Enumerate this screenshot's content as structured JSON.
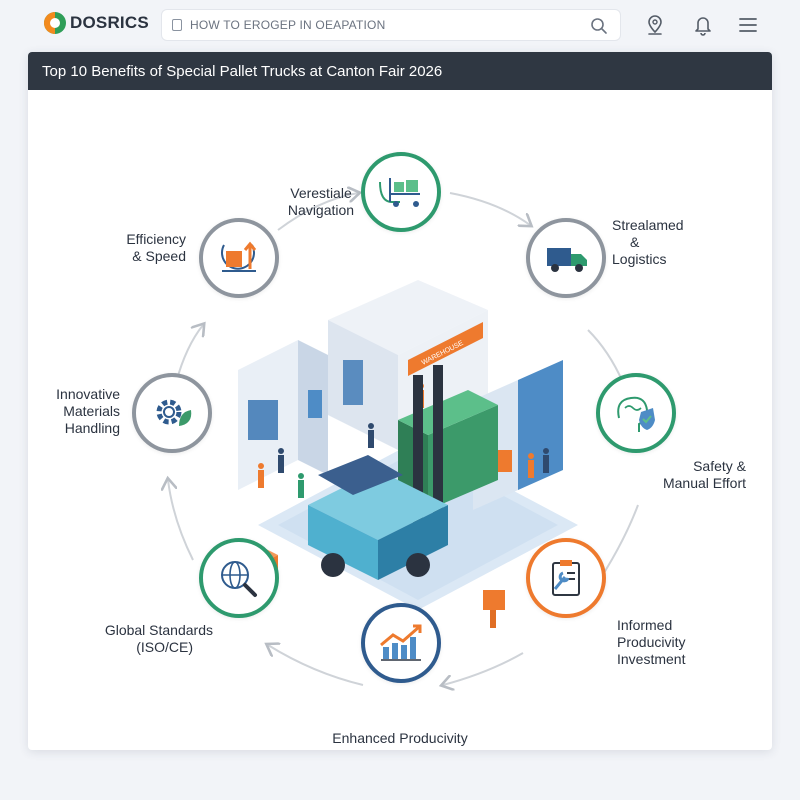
{
  "app": {
    "logo_text": "DOSRICS",
    "search_value": "HOW TO EROGEP IN OEAPATION"
  },
  "card": {
    "title": "Top 10 Benefits of Special Pallet Trucks at Canton Fair 2026"
  },
  "diagram": {
    "booth_sign": "WAREHOUSE",
    "nodes": [
      {
        "id": "versatile",
        "lines": [
          "Verestiale",
          "Navigation"
        ],
        "icon": "cart-icon",
        "color": "#2e9a6e"
      },
      {
        "id": "streamlined",
        "lines": [
          "Strealamed",
          "&",
          "Logistics"
        ],
        "icon": "truck-icon",
        "color": "#8e959e"
      },
      {
        "id": "safety",
        "lines": [
          "Safety &",
          "Manual Effort"
        ],
        "icon": "brain-shield-icon",
        "color": "#2e9a6e"
      },
      {
        "id": "informed",
        "lines": [
          "Informed",
          "Producivity",
          "Investment"
        ],
        "icon": "clipboard-wrench-icon",
        "color": "#ee7a2e"
      },
      {
        "id": "enhanced",
        "lines": [
          "Enhanced Producivity"
        ],
        "icon": "growth-chart-icon",
        "color": "#2e9a6e"
      },
      {
        "id": "global",
        "lines": [
          "Global Standards",
          "(ISO/CE)"
        ],
        "icon": "globe-search-icon",
        "color": "#2e9a6e"
      },
      {
        "id": "innovative",
        "lines": [
          "Innovative",
          "Materials",
          "Handling"
        ],
        "icon": "gear-leaf-icon",
        "color": "#8e959e"
      },
      {
        "id": "efficiency",
        "lines": [
          "Efficiency",
          "& Speed"
        ],
        "icon": "box-arrow-icon",
        "color": "#8e959e"
      }
    ]
  }
}
